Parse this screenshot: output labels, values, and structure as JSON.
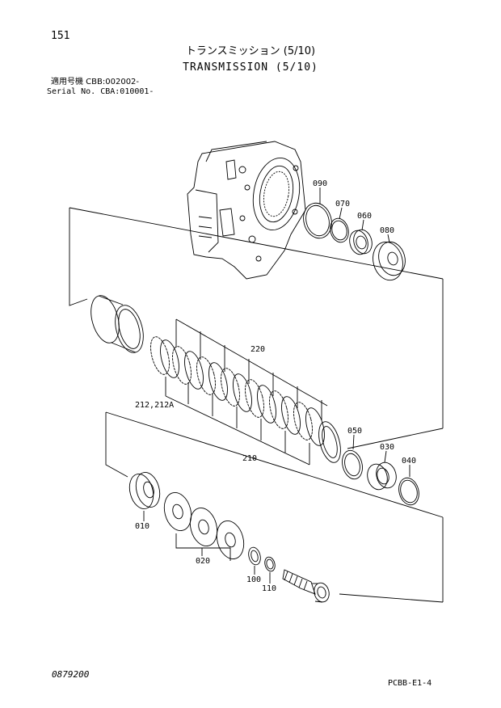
{
  "header": {
    "page_number": "151",
    "title_jp": "トランスミッション (5/10)",
    "title_en": "TRANSMISSION (5/10)",
    "serial_line1": "適用号機 CBB:002002-",
    "serial_line2": "Serial No. CBA:010001-"
  },
  "parts": {
    "p090": "090",
    "p070": "070",
    "p060": "060",
    "p080": "080",
    "p220": "220",
    "p212": "212,212A",
    "p210": "210",
    "p050": "050",
    "p030": "030",
    "p040": "040",
    "p010": "010",
    "p020": "020",
    "p100": "100",
    "p110": "110"
  },
  "footer": {
    "left_code": "0879200",
    "right_code": "PCBB-E1-4"
  }
}
